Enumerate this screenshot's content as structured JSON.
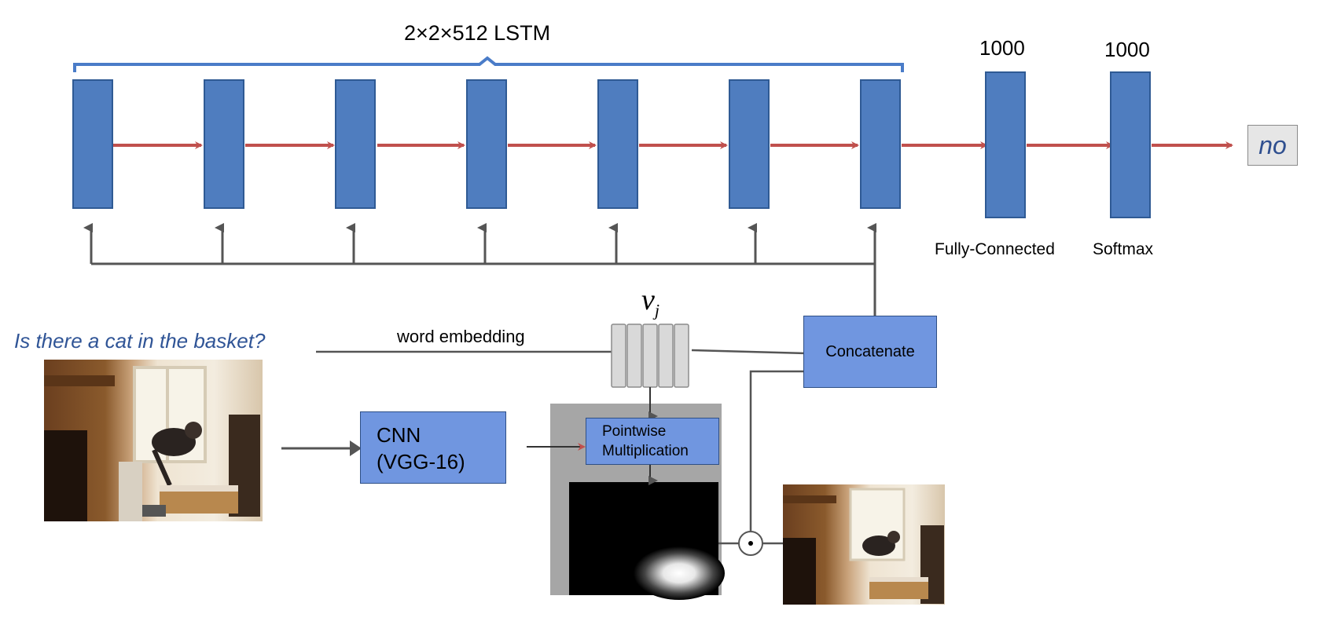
{
  "lstm_label": "2×2×512 LSTM",
  "fc_units": "1000",
  "softmax_units": "1000",
  "fc_label": "Fully-Connected",
  "softmax_label": "Softmax",
  "output_answer": "no",
  "question": "Is there a cat in the basket?",
  "word_embedding_label": "word embedding",
  "vector_symbol": "v",
  "vector_subscript": "j",
  "concatenate_label": "Concatenate",
  "cnn_label_line1": "CNN",
  "cnn_label_line2": "(VGG-16)",
  "pointwise_line1": "Pointwise",
  "pointwise_line2": "Multiplication",
  "hadamard_symbol": "⊙",
  "colors": {
    "lstm_block": "#4f7dbf",
    "lstm_block_border": "#2f5a94",
    "module_box": "#7096e0",
    "flow_arrow": "#c0504d",
    "input_arrow": "#555555",
    "brace": "#4a7cc8",
    "question_text": "#2f5496"
  }
}
